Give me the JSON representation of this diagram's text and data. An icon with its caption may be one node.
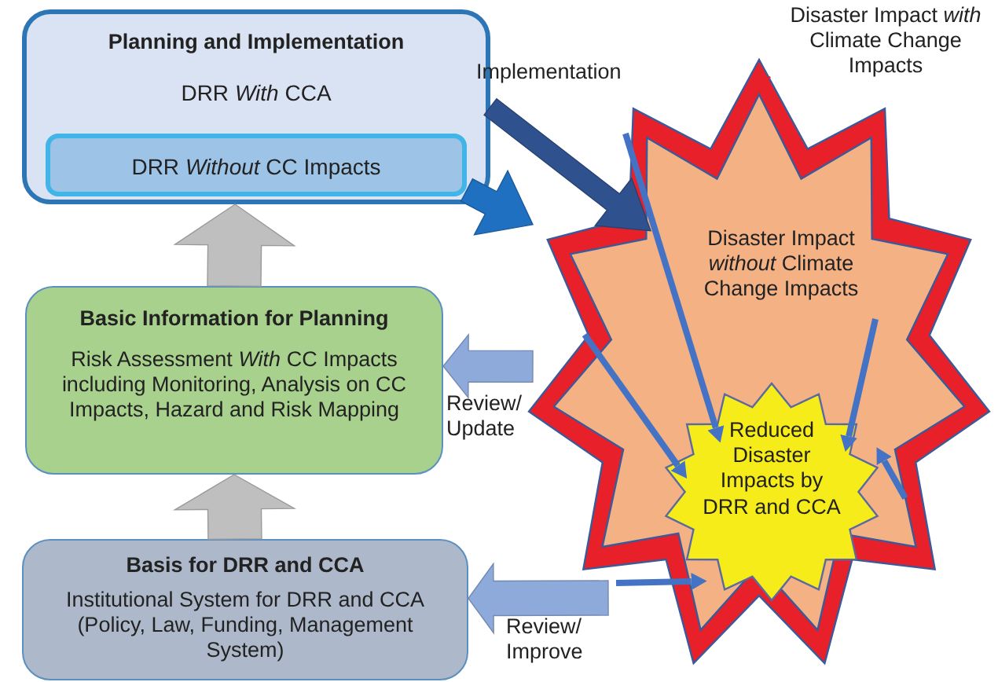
{
  "diagram": {
    "nodes": [
      {
        "text": [
          "Planning and Implementation",
          "DRR *With* CCA"
        ]
      },
      {
        "text": [
          "DRR *Without* CC Impacts"
        ],
        "in": 0
      },
      {
        "text": [
          "Basic Information for Planning",
          "Risk Assessment *With* CC Impacts including Monitoring, Analysis on CC Impacts, Hazard and Risk Mapping"
        ]
      },
      {
        "text": [
          "Basis for DRR and CCA",
          "Institutional System for DRR and CCA (Policy, Law, Funding, Management System)"
        ]
      },
      {
        "text": [
          "Disaster Impact *with* Climate Change Impacts"
        ]
      },
      {
        "text": [],
        "shape": "star"
      },
      {
        "text": [
          "Disaster Impact *without* Climate Change Impacts"
        ],
        "in": 5
      },
      {
        "text": [
          "Reduced Disaster Impacts by DRR and CCA"
        ],
        "in": 6
      }
    ],
    "edges": [
      {
        "from": 0,
        "to": 5,
        "arrow": "to",
        "label": "Implementation",
        "style": "thick",
        "color": "#2f528f"
      },
      {
        "from": 1,
        "to": 5,
        "arrow": "to",
        "style": "thick",
        "color": "#1f70c1"
      },
      {
        "from": 2,
        "to": 0,
        "arrow": "to",
        "style": "thick",
        "color": "#bfbfbf"
      },
      {
        "from": 3,
        "to": 2,
        "arrow": "to",
        "style": "thick",
        "color": "#bfbfbf"
      },
      {
        "from": 5,
        "to": 2,
        "arrow": "to",
        "label": "Review/ Update",
        "style": "thick",
        "color": "#8eaadb"
      },
      {
        "from": 5,
        "to": 3,
        "arrow": "to",
        "label": "Review/ Improve",
        "style": "thick",
        "color": "#8eaadb"
      },
      {
        "from": null,
        "to": 7,
        "arrow": "to"
      },
      {
        "from": null,
        "to": 7,
        "arrow": "to"
      },
      {
        "from": null,
        "to": 7,
        "arrow": "to"
      },
      {
        "from": null,
        "to": 7,
        "arrow": "to"
      },
      {
        "from": null,
        "to": 7,
        "arrow": "to"
      },
      {
        "from": 4,
        "to": 5,
        "arrow": "to",
        "color": "#e8202a"
      }
    ]
  }
}
